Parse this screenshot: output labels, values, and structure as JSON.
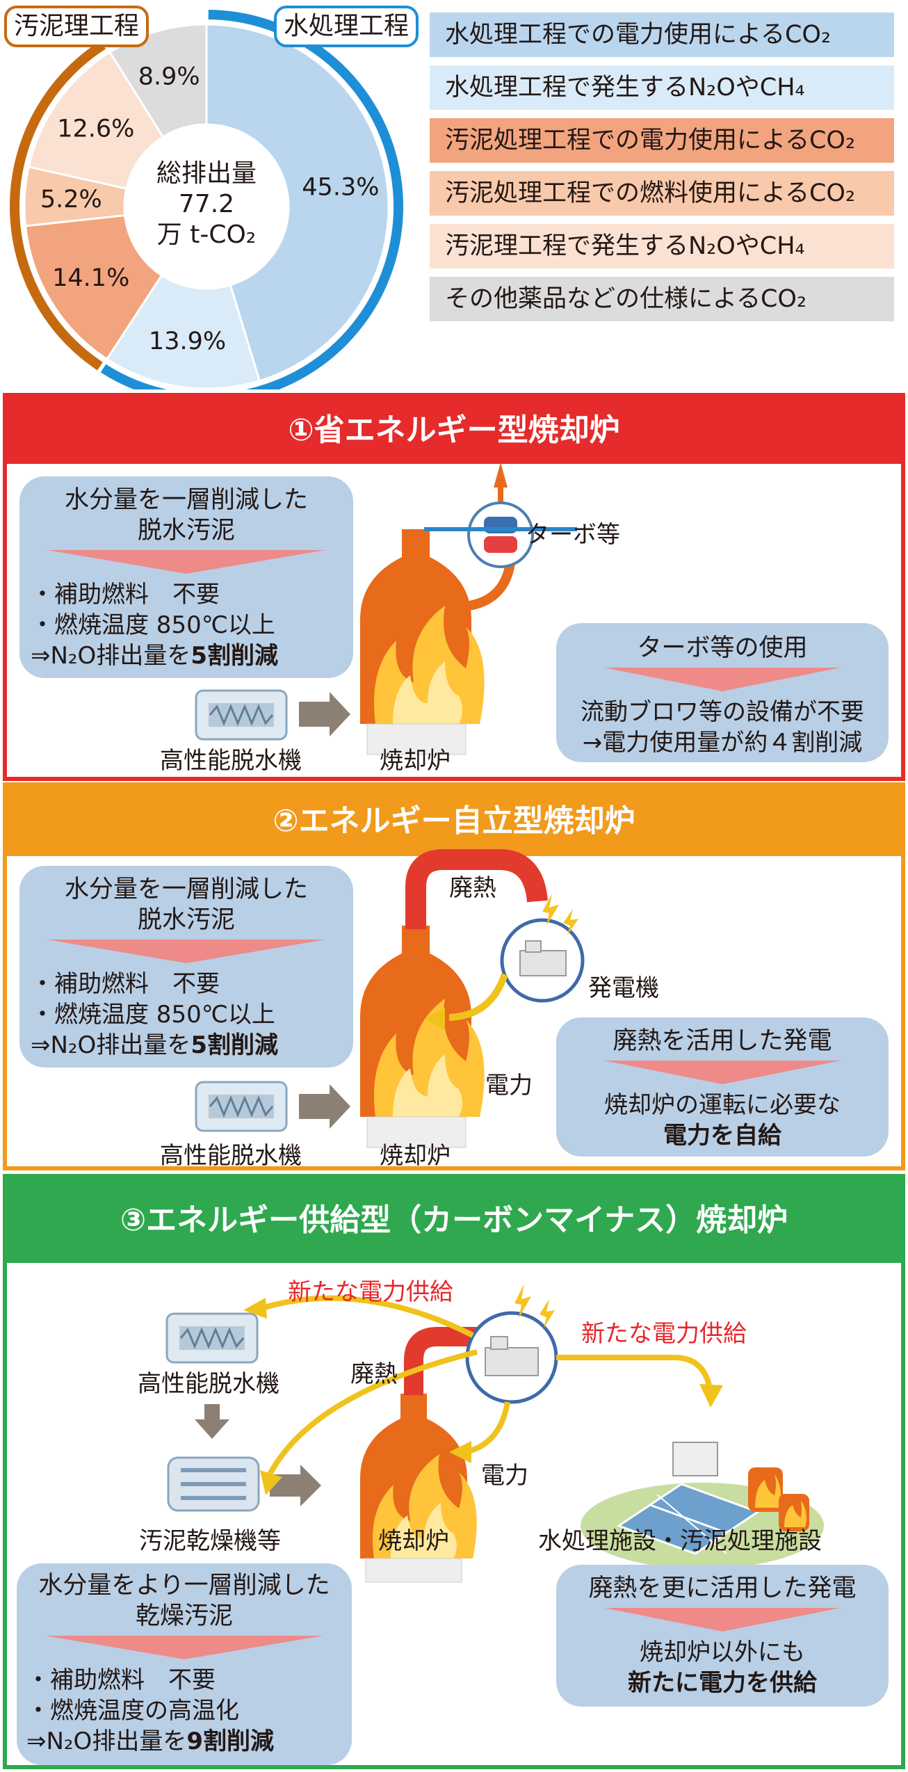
{
  "chart_data": {
    "type": "pie",
    "style": "donut",
    "center_label": [
      "総排出量",
      "77.2",
      "万 t-CO₂"
    ],
    "slices": [
      {
        "label": "水処理工程での電力使用によるCO₂",
        "value": 45.3,
        "value_label": "45.3%",
        "color": "#b9d6ee"
      },
      {
        "label": "水処理工程で発生するN₂OやCH₄",
        "value": 13.9,
        "value_label": "13.9%",
        "color": "#d9ebf8"
      },
      {
        "label": "汚泥処理工程での電力使用によるCO₂",
        "value": 14.1,
        "value_label": "14.1%",
        "color": "#f2a47e"
      },
      {
        "label": "汚泥処理工程での燃料使用によるCO₂",
        "value": 5.2,
        "value_label": "5.2%",
        "color": "#f8c9ab"
      },
      {
        "label": "汚泥理工程で発生するN₂OやCH₄",
        "value": 12.6,
        "value_label": "12.6%",
        "color": "#fbe1d2"
      },
      {
        "label": "その他薬品などの仕様によるCO₂",
        "value": 8.9,
        "value_label": "8.9%",
        "color": "#dcdcdd"
      }
    ],
    "groups": [
      {
        "name": "水処理工程",
        "color": "#1e8fd6"
      },
      {
        "name": "汚泥理工程",
        "color": "#c66a10"
      }
    ]
  },
  "sections": [
    {
      "title": "①省エネルギー型焼却炉",
      "color": "#e52b2b",
      "left_bubble": {
        "title_lines": [
          "水分量を一層削減した",
          "脱水汚泥"
        ],
        "bullets": [
          "・補助燃料　不要",
          "・燃焼温度 850℃以上"
        ],
        "result_prefix": "⇒N₂O排出量を",
        "result_bold": "5割削減"
      },
      "right_bubble": {
        "title": "ターボ等の使用",
        "lines": [
          "流動ブロワ等の設備が不要",
          "→電力使用量が約４割削減"
        ]
      },
      "labels": {
        "turbo": "ターボ等",
        "dewaterer": "高性能脱水機",
        "incinerator": "焼却炉"
      }
    },
    {
      "title": "②エネルギー自立型焼却炉",
      "color": "#f19a1c",
      "left_bubble": {
        "title_lines": [
          "水分量を一層削減した",
          "脱水汚泥"
        ],
        "bullets": [
          "・補助燃料　不要",
          "・燃焼温度 850℃以上"
        ],
        "result_prefix": "⇒N₂O排出量を",
        "result_bold": "5割削減"
      },
      "right_bubble": {
        "title": "廃熱を活用した発電",
        "lines": [
          "焼却炉の運転に必要な"
        ],
        "bold_line": "電力を自給"
      },
      "labels": {
        "waste_heat": "廃熱",
        "generator": "発電機",
        "power": "電力",
        "dewaterer": "高性能脱水機",
        "incinerator": "焼却炉"
      }
    },
    {
      "title": "③エネルギー供給型（カーボンマイナス）焼却炉",
      "color": "#2fa84f",
      "left_bubble": {
        "title_lines": [
          "水分量をより一層削減した",
          "乾燥汚泥"
        ],
        "bullets": [
          "・補助燃料　不要",
          "・燃焼温度の高温化"
        ],
        "result_prefix": "⇒N₂O排出量を",
        "result_bold": "9割削減"
      },
      "right_bubble": {
        "title": "廃熱を更に活用した発電",
        "lines": [
          "焼却炉以外にも"
        ],
        "bold_line": "新たに電力を供給"
      },
      "labels": {
        "new_power_1": "新たな電力供給",
        "new_power_2": "新たな電力供給",
        "dewaterer": "高性能脱水機",
        "waste_heat": "廃熱",
        "power": "電力",
        "dryer": "汚泥乾燥機等",
        "incinerator": "焼却炉",
        "facilities": "水処理施設・汚泥処理施設"
      }
    }
  ]
}
